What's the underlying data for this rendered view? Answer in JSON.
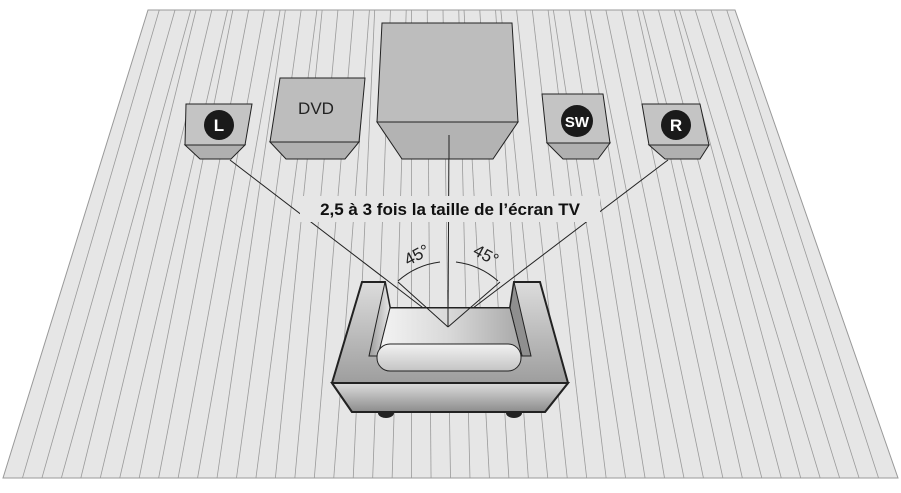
{
  "caption": "2,5 à 3 fois la taille de l’écran TV",
  "speakers": {
    "left": "L",
    "subwoofer": "SW",
    "right": "R"
  },
  "dvd_label": "DVD",
  "angle_left": "45°",
  "angle_right": "45°",
  "colors": {
    "floor": "#e6e6e6",
    "floor_lines": "#9a9a9a",
    "device_face": "#bdbdbd",
    "device_bottom": "#b0b0b0",
    "badge": "#1a1a1a"
  }
}
